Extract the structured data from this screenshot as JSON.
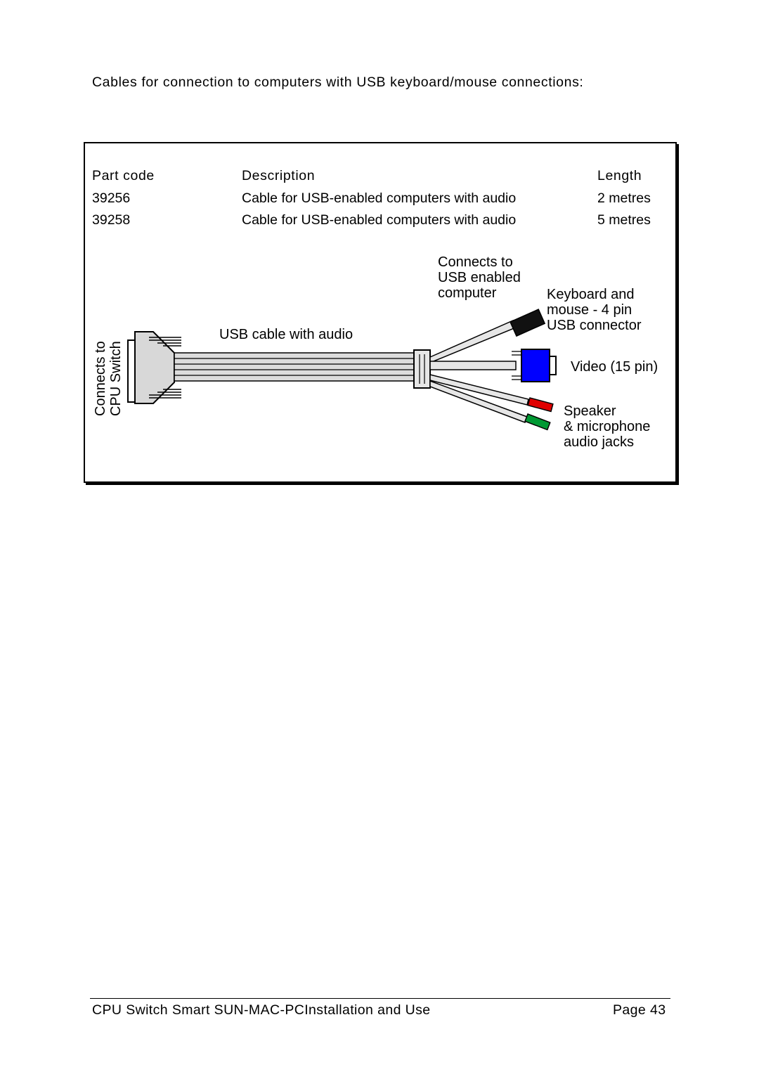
{
  "intro_text": "Cables for connection to computers with USB keyboard/mouse connections:",
  "table": {
    "headers": {
      "part_code": "Part code",
      "description": "Description",
      "length": "Length"
    },
    "rows": [
      {
        "part_code": "39256",
        "description": "Cable for USB-enabled computers with audio",
        "length": "2 metres"
      },
      {
        "part_code": "39258",
        "description": "Cable for USB-enabled computers with audio",
        "length": "5 metres"
      }
    ]
  },
  "diagram": {
    "label_cpu_line1": "Connects to",
    "label_cpu_line2": "CPU Switch",
    "label_cable": "USB cable with audio",
    "label_computer_line1": "Connects to",
    "label_computer_line2": "USB enabled",
    "label_computer_line3": "computer",
    "label_usb_line1": "Keyboard and",
    "label_usb_line2": "mouse - 4 pin",
    "label_usb_line3": "USB connector",
    "label_video": "Video (15 pin)",
    "label_audio_line1": "Speaker",
    "label_audio_line2": "& microphone",
    "label_audio_line3": "audio jacks",
    "colors": {
      "video_plug": "#0000ff",
      "speaker_jack": "#e00000",
      "mic_jack": "#009933"
    }
  },
  "footer": {
    "title": "CPU Switch Smart SUN-MAC-PCInstallation and Use",
    "page": "Page 43"
  }
}
